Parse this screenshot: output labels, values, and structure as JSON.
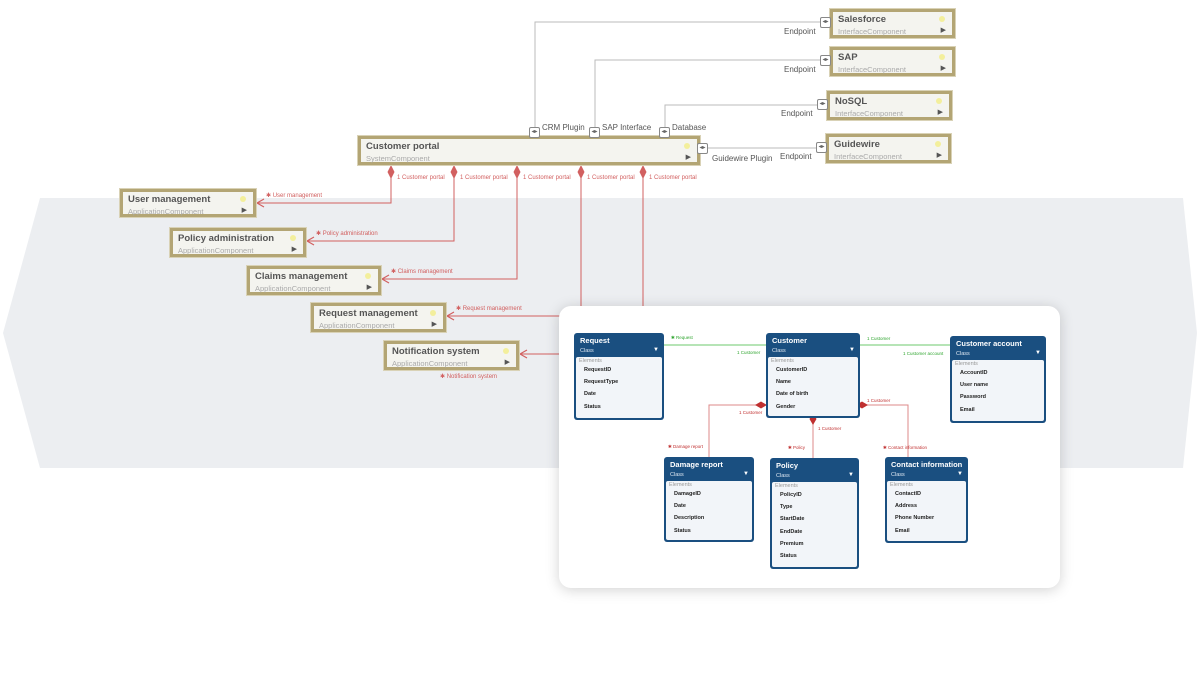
{
  "colors": {
    "component_border": "#b3a574",
    "class_header": "#1a4f80",
    "composition": "#d26060",
    "association": "#2fa52f",
    "band": "#eceef1"
  },
  "system": {
    "title": "Customer portal",
    "type": "SystemComponent"
  },
  "ports": [
    {
      "label": "CRM Plugin"
    },
    {
      "label": "SAP Interface"
    },
    {
      "label": "Database"
    },
    {
      "label": "Guidewire Plugin"
    }
  ],
  "port_icon": "bidirectional-arrow-icon",
  "interfaces": [
    {
      "title": "Salesforce",
      "type": "InterfaceComponent",
      "port_label": "Endpoint"
    },
    {
      "title": "SAP",
      "type": "InterfaceComponent",
      "port_label": "Endpoint"
    },
    {
      "title": "NoSQL",
      "type": "InterfaceComponent",
      "port_label": "Endpoint"
    },
    {
      "title": "Guidewire",
      "type": "InterfaceComponent",
      "port_label": "Endpoint"
    }
  ],
  "applications": [
    {
      "title": "User management",
      "type": "ApplicationComponent",
      "source_label": "1 Customer portal",
      "target_label": "✱ User management"
    },
    {
      "title": "Policy administration",
      "type": "ApplicationComponent",
      "source_label": "1 Customer portal",
      "target_label": "✱ Policy administration"
    },
    {
      "title": "Claims management",
      "type": "ApplicationComponent",
      "source_label": "1 Customer portal",
      "target_label": "✱ Claims management"
    },
    {
      "title": "Request management",
      "type": "ApplicationComponent",
      "source_label": "1 Customer portal",
      "target_label": "✱ Request management"
    },
    {
      "title": "Notification system",
      "type": "ApplicationComponent",
      "source_label": "1 Customer portal",
      "target_label": "✱ Notification system"
    }
  ],
  "class_diagram": {
    "stereotype": "Class",
    "elements_label": "Elements",
    "classes": [
      {
        "title": "Request",
        "elements": [
          "RequestID",
          "RequestType",
          "Date",
          "Status"
        ]
      },
      {
        "title": "Customer",
        "elements": [
          "CustomerID",
          "Name",
          "Date of birth",
          "Gender"
        ]
      },
      {
        "title": "Customer account",
        "elements": [
          "AccountID",
          "User name",
          "Password",
          "Email"
        ]
      },
      {
        "title": "Damage report",
        "elements": [
          "DamageID",
          "Date",
          "Description",
          "Status"
        ]
      },
      {
        "title": "Policy",
        "elements": [
          "PolicyID",
          "Type",
          "StartDate",
          "EndDate",
          "Premium",
          "Status"
        ]
      },
      {
        "title": "Contact information",
        "elements": [
          "ContactID",
          "Address",
          "Phone Number",
          "Email"
        ]
      }
    ],
    "associations": [
      {
        "from": "Request",
        "to": "Customer",
        "from_label": "✱ Request",
        "to_label": "1 Customer"
      },
      {
        "from": "Customer",
        "to": "Customer account",
        "from_label": "1 Customer",
        "to_label": "1 Customer account"
      }
    ],
    "compositions": [
      {
        "whole": "Customer",
        "part": "Damage report",
        "whole_label": "1 Customer",
        "part_label": "✱ Damage report"
      },
      {
        "whole": "Customer",
        "part": "Policy",
        "whole_label": "1 Customer",
        "part_label": "✱ Policy"
      },
      {
        "whole": "Customer",
        "part": "Contact information",
        "whole_label": "1 Customer",
        "part_label": "✱ Contact information"
      }
    ]
  }
}
